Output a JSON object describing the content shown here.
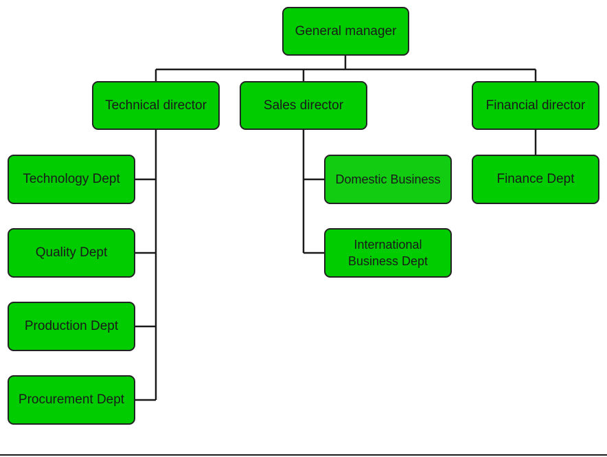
{
  "org_chart": {
    "root": {
      "label": "General manager"
    },
    "directors": [
      {
        "label": "Technical director",
        "departments": [
          {
            "label": "Technology Dept"
          },
          {
            "label": "Quality Dept"
          },
          {
            "label": "Production Dept"
          },
          {
            "label": "Procurement Dept"
          }
        ]
      },
      {
        "label": "Sales director",
        "departments": [
          {
            "label": "Domestic Business"
          },
          {
            "label": "International Business Dept",
            "line1": "International",
            "line2": "Business Dept"
          }
        ]
      },
      {
        "label": "Financial director",
        "departments": [
          {
            "label": "Finance Dept"
          }
        ]
      }
    ]
  },
  "colors": {
    "node_fill": "#00cc00",
    "node_fill_highlight": "#12cc12",
    "border": "#222222",
    "connector": "#1a1a1a"
  }
}
